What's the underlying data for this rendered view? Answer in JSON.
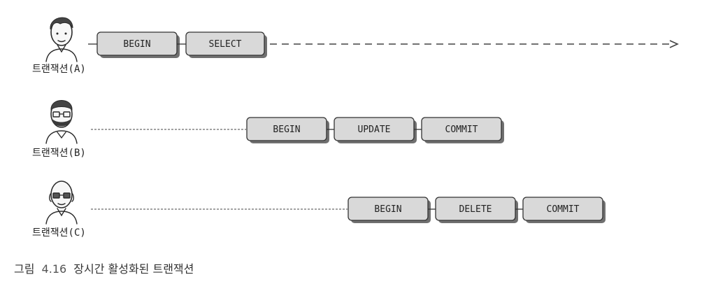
{
  "transactions": [
    {
      "label": "트랜잭션(A)",
      "person": "casual-man-icon",
      "statements": [
        "BEGIN",
        "SELECT"
      ],
      "timeline": "dashed-arrow-continues"
    },
    {
      "label": "트랜잭션(B)",
      "person": "bearded-man-with-glasses-icon",
      "statements": [
        "BEGIN",
        "UPDATE",
        "COMMIT"
      ]
    },
    {
      "label": "트랜잭션(C)",
      "person": "bald-man-with-glasses-icon",
      "statements": [
        "BEGIN",
        "DELETE",
        "COMMIT"
      ]
    }
  ],
  "caption": {
    "prefix": "그림",
    "number": "4.16",
    "text": "장시간 활성화된 트랜잭션"
  }
}
